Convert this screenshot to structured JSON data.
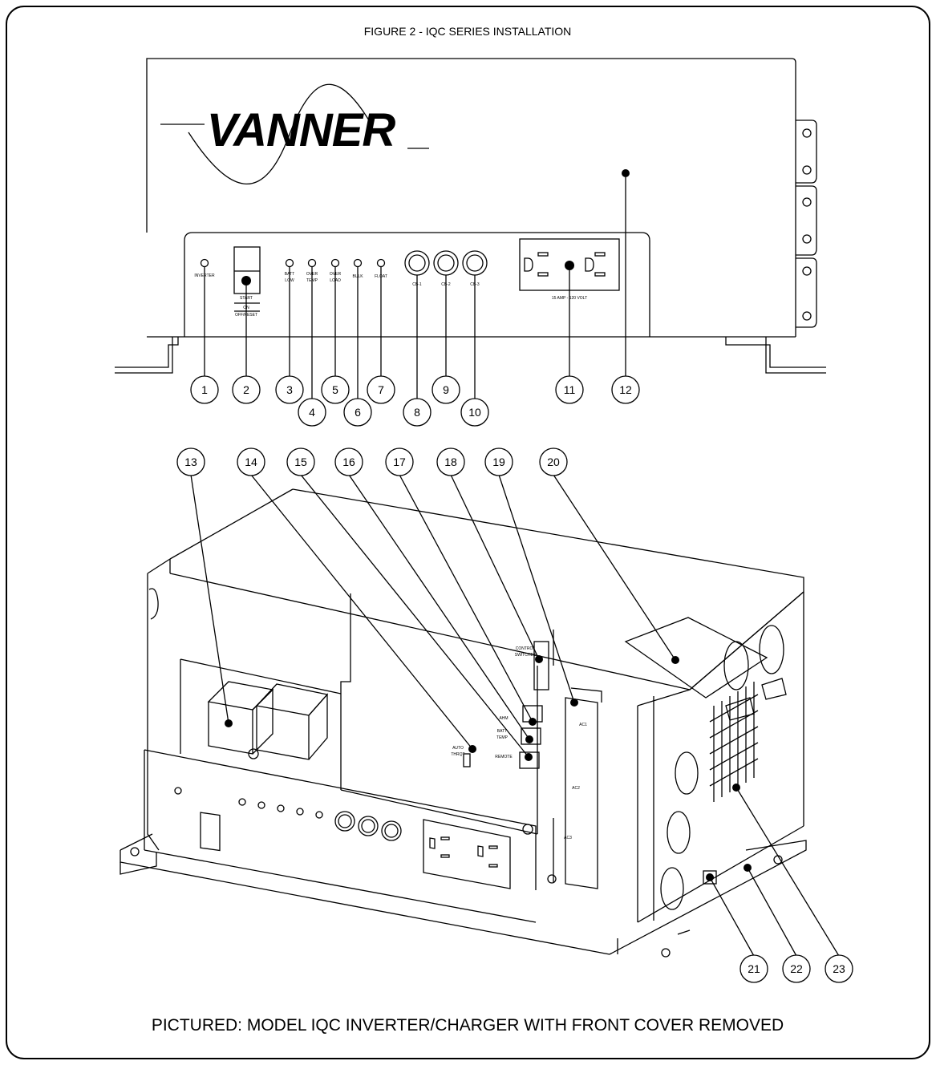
{
  "figure": {
    "title": "FIGURE 2 - IQC SERIES INSTALLATION",
    "caption": "PICTURED: MODEL IQC INVERTER/CHARGER WITH FRONT COVER REMOVED",
    "brand": "VANNER"
  },
  "front_panel": {
    "inverter": "INVERTER",
    "start": "START",
    "on": "ON",
    "off_reset": "OFF/RESET",
    "batt": "BATT",
    "low": "LOW",
    "over1": "OVER",
    "temp": "TEMP",
    "over2": "OVER",
    "load": "LOAD",
    "bulk": "BULK",
    "float": "FLOAT",
    "cb1": "CB-1",
    "cb2": "CB-2",
    "cb3": "CB-3",
    "outlet_rating": "15 AMP - 120 VOLT"
  },
  "interior": {
    "control_switches_1": "CONTROL",
    "control_switches_2": "SWITCHES",
    "ahm": "AHM",
    "batt": "BATT",
    "temp": "TEMP",
    "remote": "REMOTE",
    "auto": "AUTO",
    "thrqt": "THRQT",
    "ac1": "AC1",
    "ac2": "AC2",
    "ac3": "AC3"
  },
  "callouts": [
    "1",
    "2",
    "3",
    "4",
    "5",
    "6",
    "7",
    "8",
    "9",
    "10",
    "11",
    "12",
    "13",
    "14",
    "15",
    "16",
    "17",
    "18",
    "19",
    "20",
    "21",
    "22",
    "23"
  ]
}
